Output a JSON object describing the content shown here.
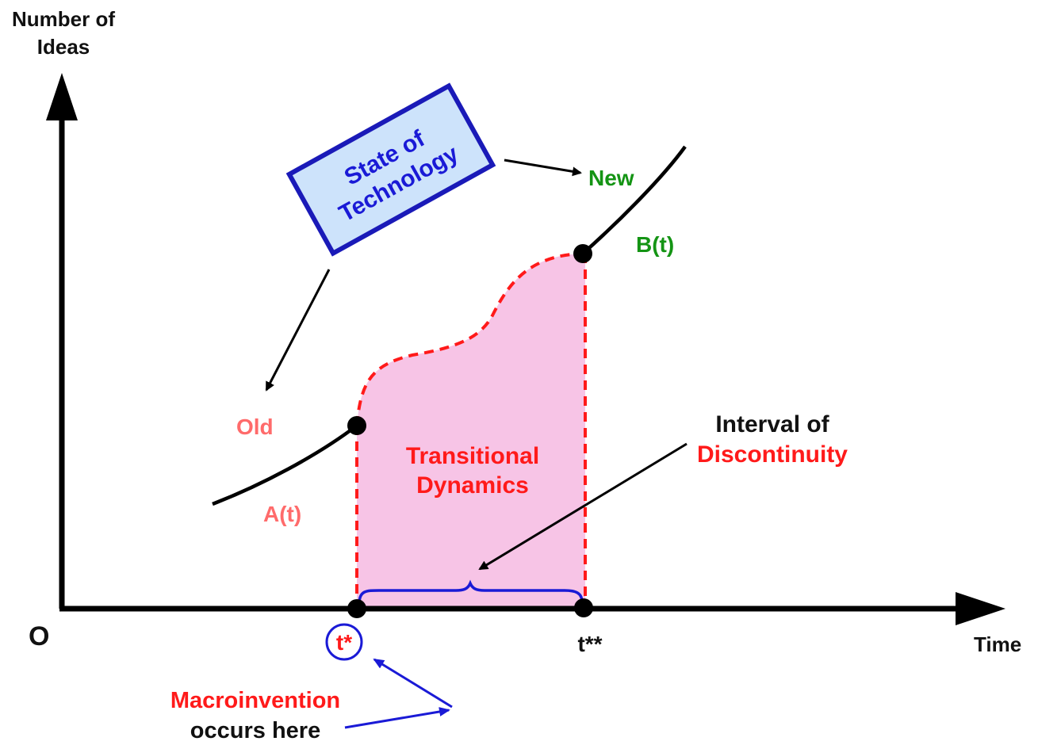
{
  "axes": {
    "y_label_line1": "Number of",
    "y_label_line2": "Ideas",
    "x_label": "Time",
    "origin": "O"
  },
  "state_box": {
    "line1": "State of",
    "line2": "Technology"
  },
  "labels": {
    "new": "New",
    "old": "Old",
    "b_t": "B(t)",
    "a_t": "A(t)",
    "transitional_line1": "Transitional",
    "transitional_line2": "Dynamics",
    "interval_line1": "Interval of",
    "interval_line2": "Discontinuity",
    "t_star": "t*",
    "t_star_star": "t**",
    "macro_line1": "Macroinvention",
    "macro_line2": "occurs here"
  },
  "colors": {
    "axis": "#000000",
    "box_fill": "#cde3fb",
    "box_stroke": "#1a1ab8",
    "shade": "#f7c4e6",
    "dashed": "#ff1a1a",
    "brace": "#1a1ad6",
    "old_label": "#ff6b6b",
    "new_label": "#149414"
  }
}
